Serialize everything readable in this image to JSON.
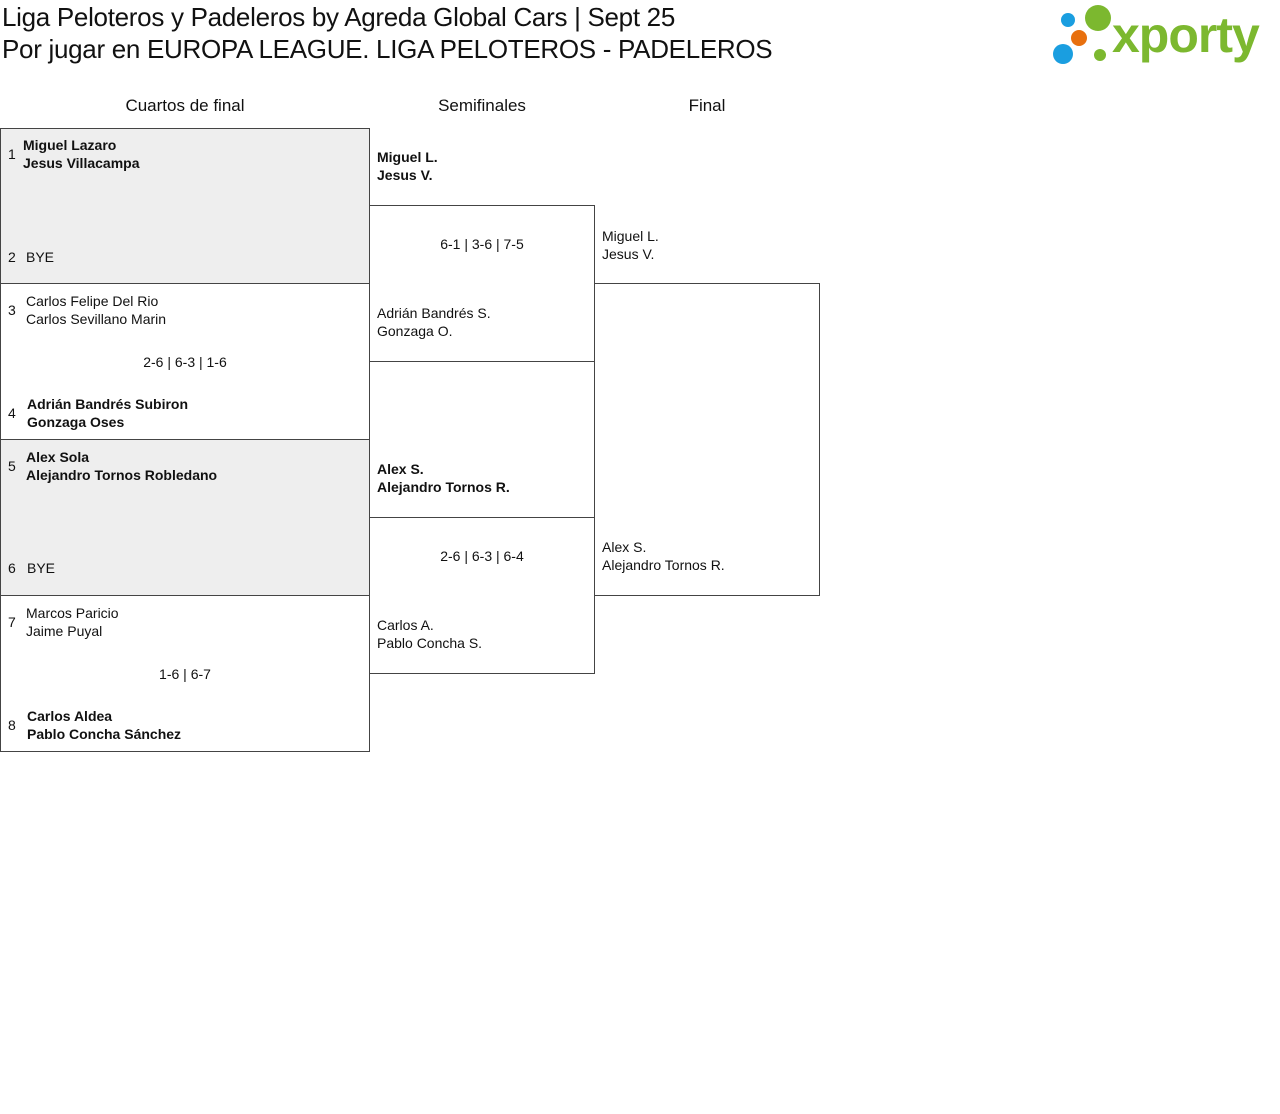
{
  "header": {
    "title_line1": "Liga Peloteros y Padeleros by Agreda Global Cars | Sept 25",
    "title_line2": "Por jugar en EUROPA LEAGUE. LIGA PELOTEROS - PADELEROS",
    "logo_text": "xporty"
  },
  "rounds": [
    "Cuartos de final",
    "Semifinales",
    "Final"
  ],
  "quarterfinals": [
    {
      "top": {
        "seed": "1",
        "p1": "Miguel Lazaro",
        "p2": "Jesus Villacampa"
      },
      "bottom": {
        "seed": "2",
        "p1": "BYE",
        "p2": ""
      },
      "score": ""
    },
    {
      "top": {
        "seed": "3",
        "p1": "Carlos Felipe Del Rio",
        "p2": "Carlos Sevillano Marin"
      },
      "bottom": {
        "seed": "4",
        "p1": "Adrián Bandrés Subiron",
        "p2": "Gonzaga Oses"
      },
      "score": "2-6 | 6-3 | 1-6"
    },
    {
      "top": {
        "seed": "5",
        "p1": "Alex Sola",
        "p2": "Alejandro Tornos Robledano"
      },
      "bottom": {
        "seed": "6",
        "p1": "BYE",
        "p2": ""
      },
      "score": ""
    },
    {
      "top": {
        "seed": "7",
        "p1": "Marcos Paricio",
        "p2": "Jaime Puyal"
      },
      "bottom": {
        "seed": "8",
        "p1": "Carlos Aldea",
        "p2": "Pablo Concha Sánchez"
      },
      "score": "1-6 | 6-7"
    }
  ],
  "semifinals": [
    {
      "top": {
        "p1": "Miguel L.",
        "p2": "Jesus V."
      },
      "bottom": {
        "p1": "Adrián Bandrés S.",
        "p2": "Gonzaga O."
      },
      "score": "6-1 | 3-6 | 7-5"
    },
    {
      "top": {
        "p1": "Alex S.",
        "p2": "Alejandro Tornos R."
      },
      "bottom": {
        "p1": "Carlos A.",
        "p2": "Pablo Concha S."
      },
      "score": "2-6 | 6-3 | 6-4"
    }
  ],
  "final": {
    "top": {
      "p1": "Miguel L.",
      "p2": "Jesus V."
    },
    "bottom": {
      "p1": "Alex S.",
      "p2": "Alejandro Tornos R."
    }
  }
}
